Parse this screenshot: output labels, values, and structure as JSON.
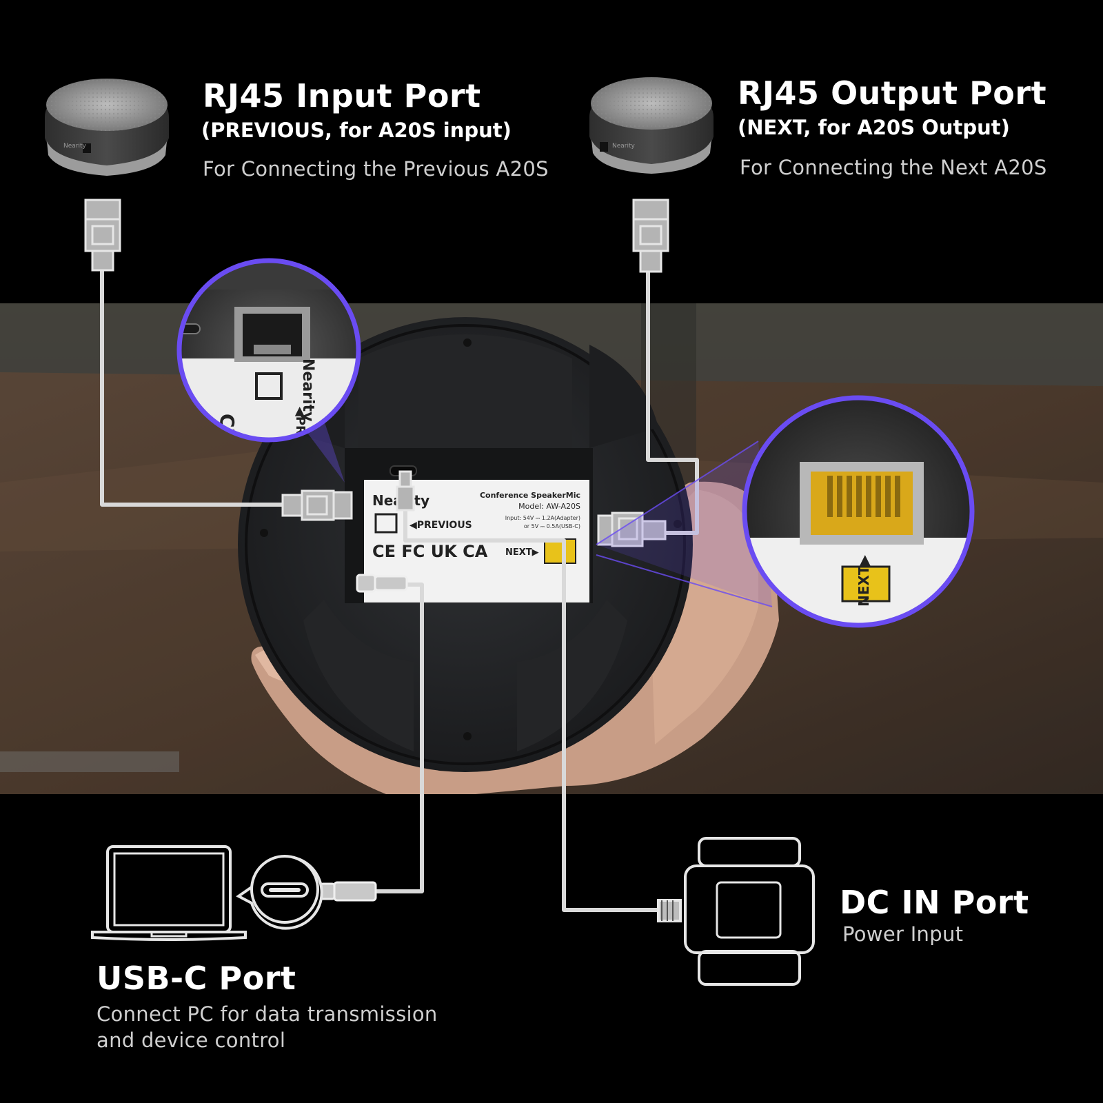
{
  "colors": {
    "background": "#000000",
    "accent_ring": "#6a4cf2",
    "cable": "#d9d9d9",
    "port_yellow": "#e8c21a",
    "label_white": "#f2f2f2"
  },
  "rj45_input": {
    "title": "RJ45 Input Port",
    "subtitle": "(PREVIOUS, for A20S input)",
    "description": "For Connecting the Previous A20S"
  },
  "rj45_output": {
    "title": "RJ45 Output Port",
    "subtitle": "(NEXT, for A20S Output)",
    "description": "For Connecting the Next A20S"
  },
  "usb_c": {
    "title": "USB-C Port",
    "description_line1": "Connect PC for data transmission",
    "description_line2": "and device control"
  },
  "dc_in": {
    "title": "DC IN Port",
    "description": "Power Input"
  },
  "device_label": {
    "brand": "Nearity",
    "product": "Conference SpeakerMic",
    "model": "Model: AW-A20S",
    "input_line1": "Input: 54V ⎓ 1.2A(Adapter)",
    "input_line2": "or 5V ⎓ 0.5A(USB-C)",
    "previous": "◀PREVIOUS",
    "next": "NEXT▶",
    "marks": "CE FC UK CA"
  },
  "zoom_left": {
    "brand": "Nearity",
    "previous": "◀PREV",
    "marks": "CE FC"
  },
  "zoom_right": {
    "next": "NEXT▶"
  },
  "speaker_brand": "Nearity"
}
